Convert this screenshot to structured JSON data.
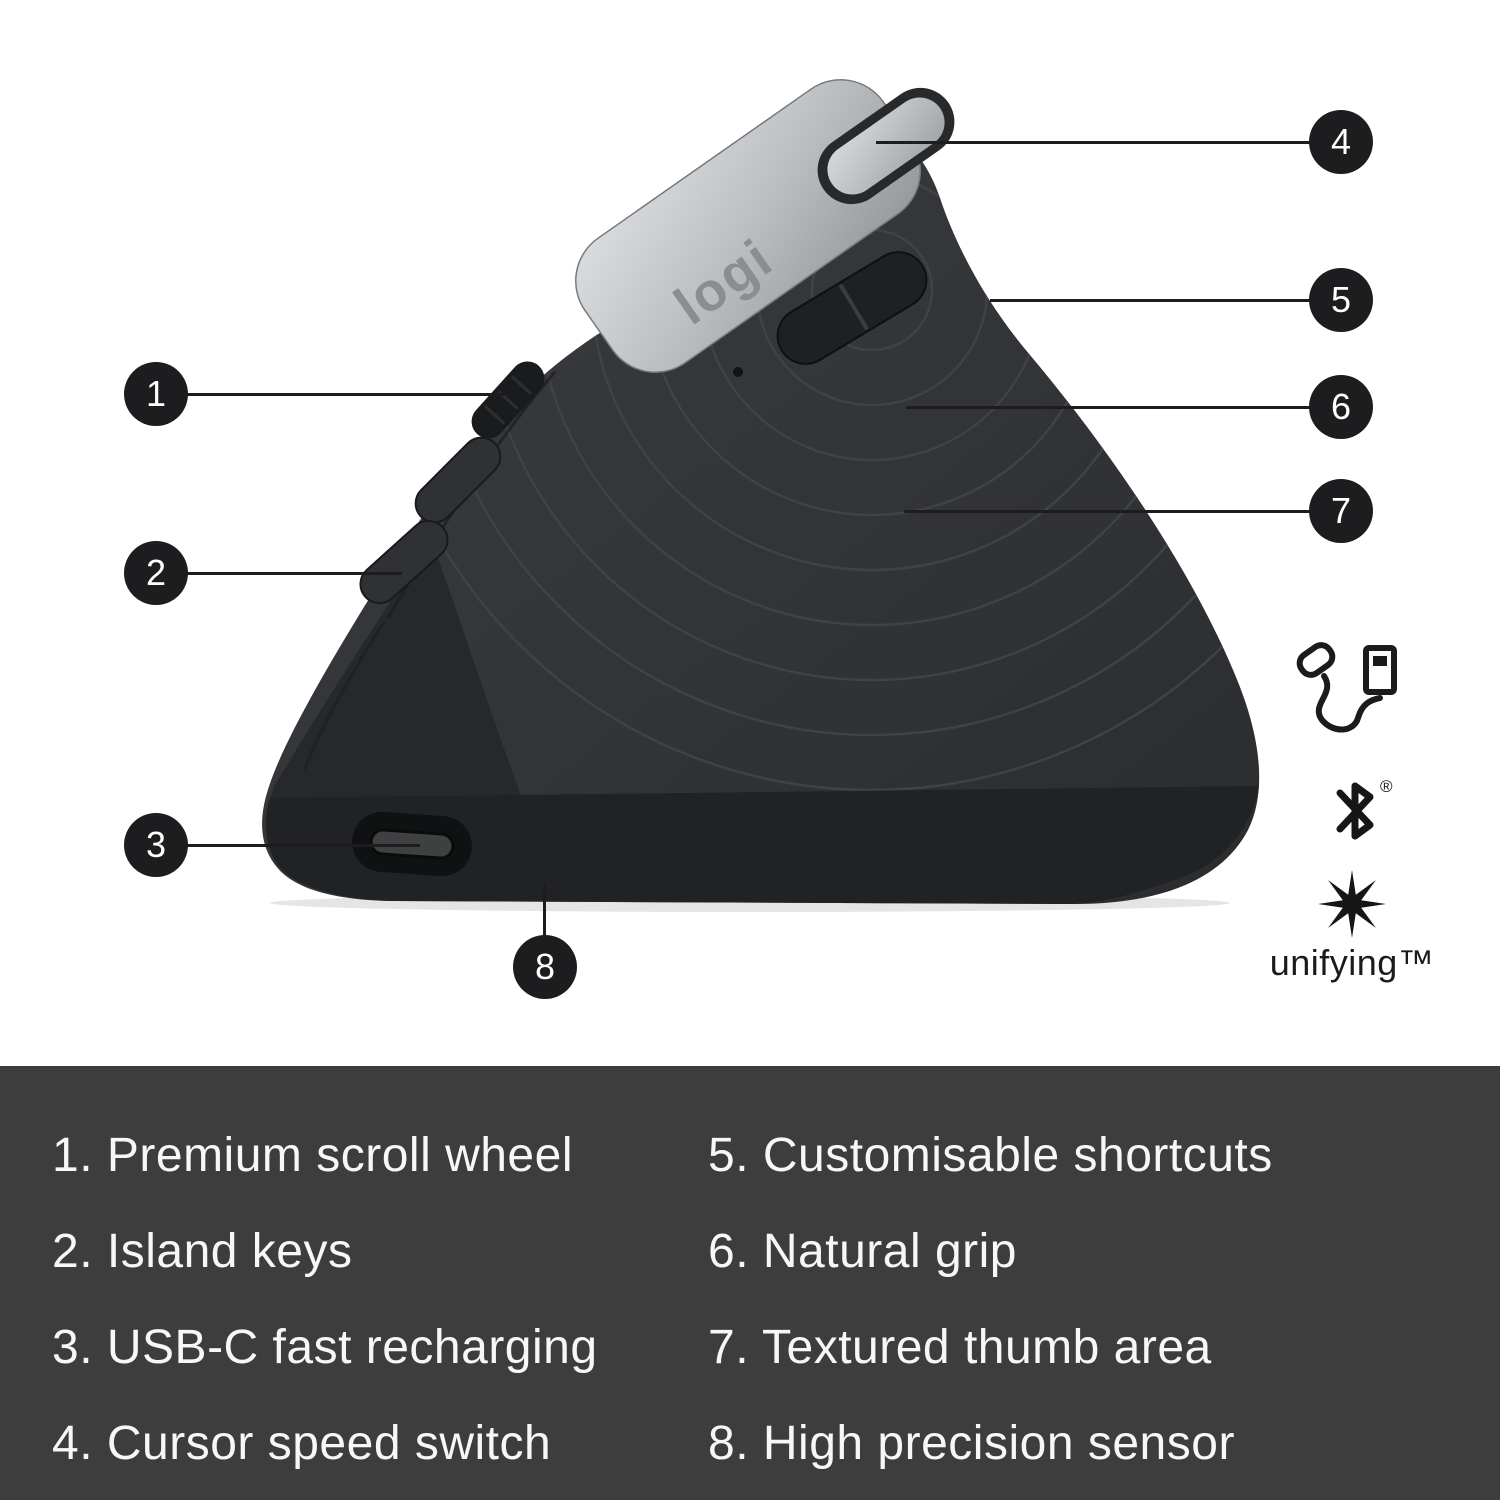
{
  "product": {
    "logo_text": "logi"
  },
  "callouts": {
    "numbers": [
      "1",
      "2",
      "3",
      "4",
      "5",
      "6",
      "7",
      "8"
    ]
  },
  "icons": {
    "usb_cable": "usb-c-charging-cable",
    "bluetooth": "bluetooth",
    "bluetooth_mark": "®",
    "unifying": "unifying-receiver",
    "unifying_label": "unifying™"
  },
  "legend": {
    "left": [
      "1. Premium scroll wheel",
      "2. Island keys",
      "3. USB-C fast recharging",
      "4. Cursor speed switch"
    ],
    "right": [
      "5. Customisable shortcuts",
      "6. Natural grip",
      "7. Textured thumb area",
      "8. High precision sensor"
    ]
  },
  "colors": {
    "background": "#ffffff",
    "callout": "#1d1d1f",
    "legend_panel": "#3d3d3d",
    "legend_text": "#f7f7f7",
    "mouse_body": "#313336",
    "cap_silver": "#bcbfc2"
  }
}
